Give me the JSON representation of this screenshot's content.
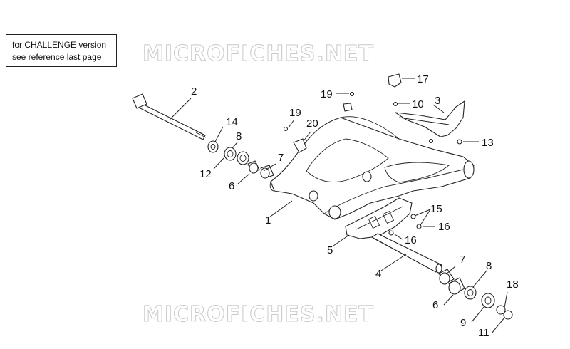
{
  "note": {
    "line1": "for CHALLENGE version",
    "line2": "see reference last page"
  },
  "watermark": {
    "top": "MICROFICHES.NET",
    "bottom": "MICROFICHES.NET"
  },
  "callouts": {
    "p1": "1",
    "p2": "2",
    "p3": "3",
    "p4": "4",
    "p5": "5",
    "p6a": "6",
    "p6b": "6",
    "p7a": "7",
    "p7b": "7",
    "p8a": "8",
    "p8b": "8",
    "p9": "9",
    "p10": "10",
    "p11": "11",
    "p12": "12",
    "p13": "13",
    "p14": "14",
    "p15": "15",
    "p16a": "16",
    "p16b": "16",
    "p17": "17",
    "p18": "18",
    "p19a": "19",
    "p19b": "19",
    "p20": "20"
  }
}
